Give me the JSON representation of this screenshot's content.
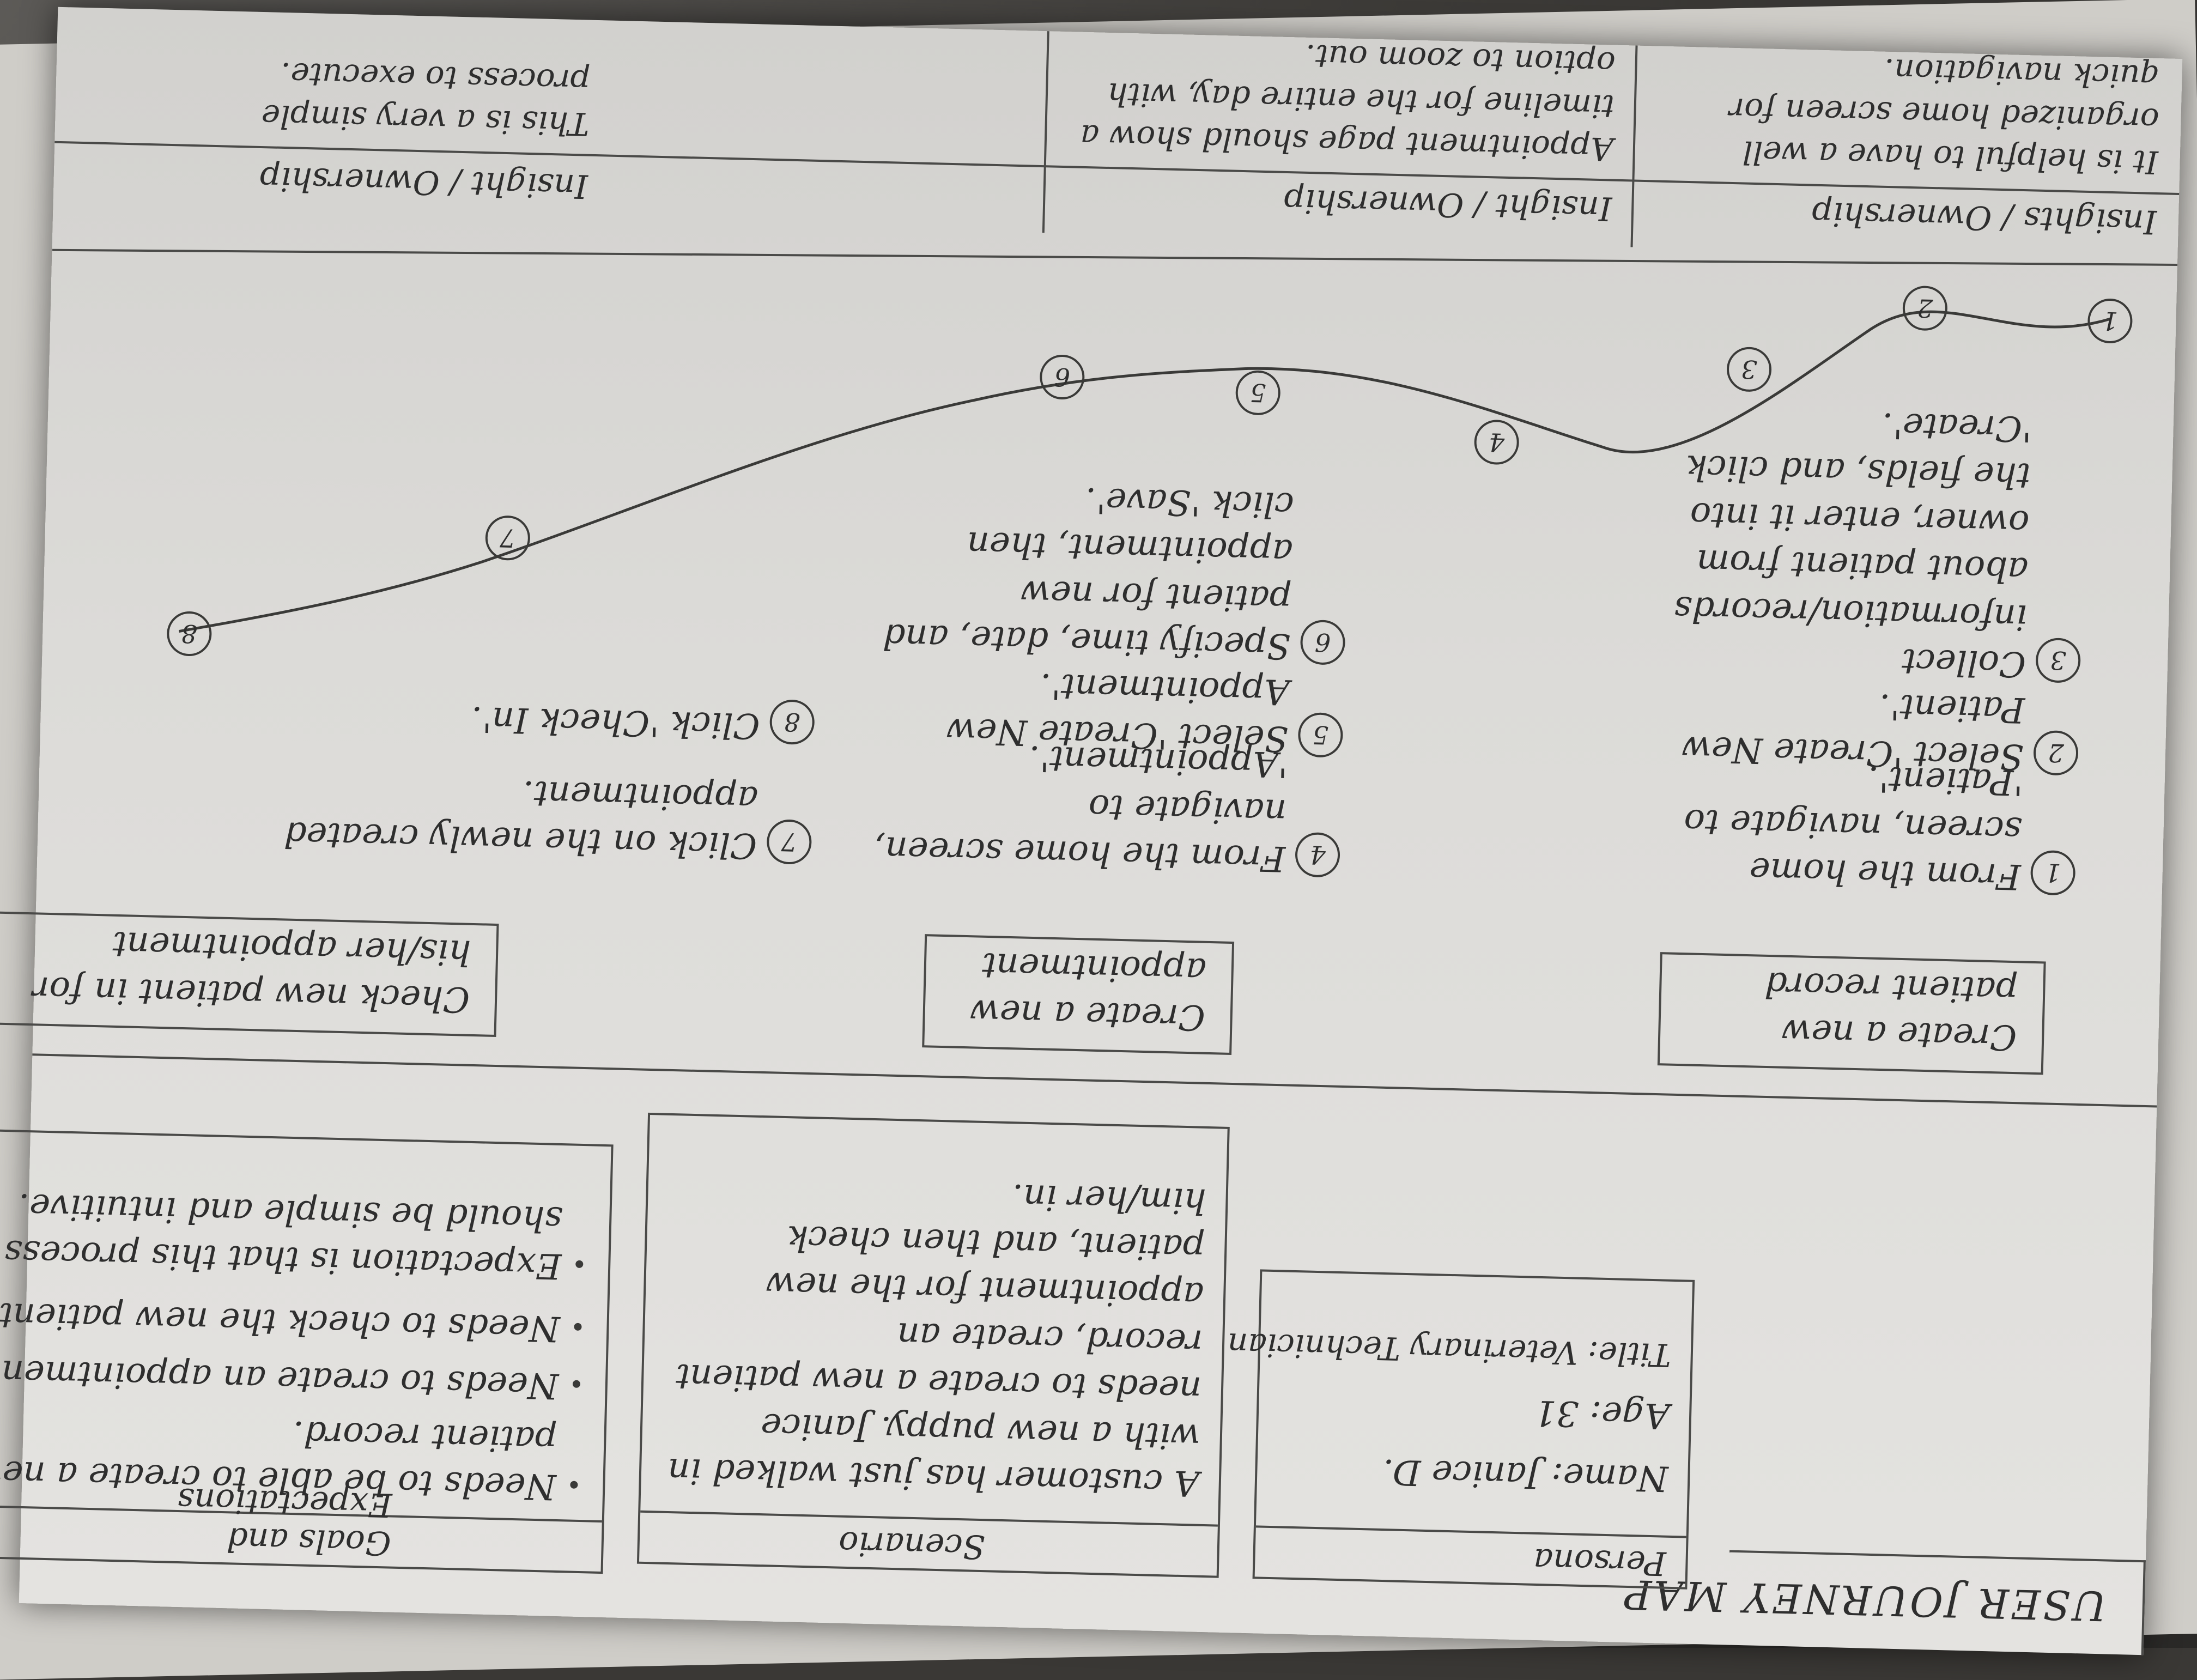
{
  "title": "USER JOURNEY MAP",
  "persona": {
    "header": "Persona",
    "name": "Name: Janice D.",
    "age": "Age: 31",
    "job_title": "Title: Veterinary Technician"
  },
  "scenario": {
    "header": "Scenario",
    "text": "A customer has just walked in with a new puppy. Janice needs to create a new patient record, create an appointment for the new patient, and then check him/her in."
  },
  "goals": {
    "header": "Goals and Expectations",
    "bullets": [
      "Needs to be able to create a new patient record.",
      "Needs to create an appointment.",
      "Needs to check the new patient in.",
      "Expectation is that this process should be simple and intuitive."
    ]
  },
  "stages": [
    "Create a new patient record",
    "Create a new appointment",
    "Check new patient in for his/her appointment"
  ],
  "steps": [
    {
      "n": "1",
      "text": "From the home screen, navigate to 'Patient'."
    },
    {
      "n": "2",
      "text": "Select 'Create New Patient'."
    },
    {
      "n": "3",
      "text": "Collect information/records about patient from owner, enter it into the fields, and click 'Create'."
    },
    {
      "n": "4",
      "text": "From the home screen, navigate to 'Appointment'."
    },
    {
      "n": "5",
      "text": "Select 'Create New Appointment'."
    },
    {
      "n": "6",
      "text": "Specify time, date, and patient for new appointment, then click 'Save'."
    },
    {
      "n": "7",
      "text": "Click on the newly created appointment."
    },
    {
      "n": "8",
      "text": "Click 'Check In'."
    }
  ],
  "curve_points": [
    "1",
    "2",
    "3",
    "4",
    "5",
    "6",
    "7",
    "8"
  ],
  "insights": [
    {
      "header": "Insights / Ownership",
      "text": "It is helpful to have a well organized home screen for quick navigation."
    },
    {
      "header": "Insight / Ownership",
      "text": "Appointment page should show a timeline for the entire day, with option to zoom out."
    },
    {
      "header": "Insight / Ownership",
      "text": "This is a very simple process to execute."
    }
  ]
}
